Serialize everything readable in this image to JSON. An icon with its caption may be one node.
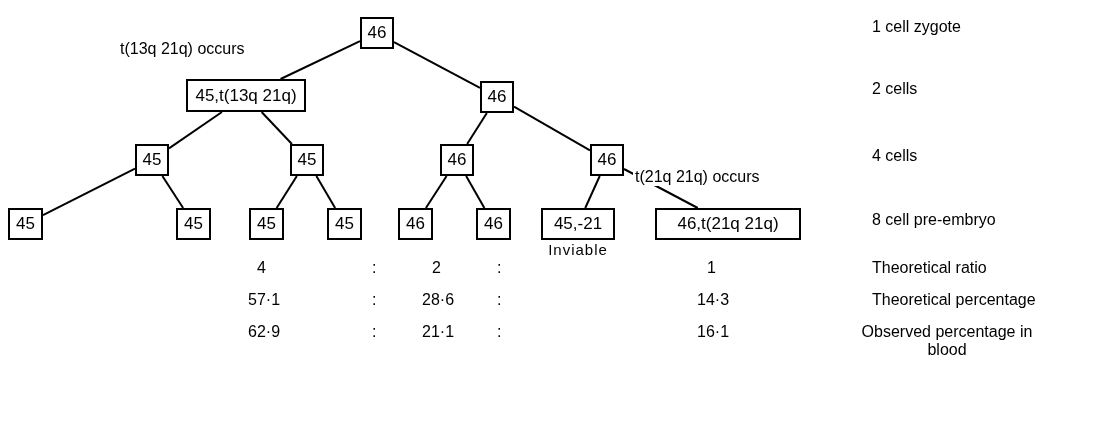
{
  "diagram": {
    "nodes": [
      {
        "text": [
          "46"
        ]
      },
      {
        "text": [
          "45,t(13q 21q)"
        ]
      },
      {
        "text": [
          "46"
        ]
      },
      {
        "text": [
          "45"
        ]
      },
      {
        "text": [
          "45"
        ]
      },
      {
        "text": [
          "46"
        ]
      },
      {
        "text": [
          "46"
        ]
      },
      {
        "text": [
          "45"
        ]
      },
      {
        "text": [
          "45"
        ]
      },
      {
        "text": [
          "45"
        ]
      },
      {
        "text": [
          "45"
        ]
      },
      {
        "text": [
          "46"
        ]
      },
      {
        "text": [
          "46"
        ]
      },
      {
        "text": [
          "45,-21"
        ],
        "beside": [
          "Inviable"
        ]
      },
      {
        "text": [
          "46,t(21q 21q)"
        ]
      }
    ],
    "edges": [
      {
        "from": 0,
        "to": 1,
        "arrow": "none",
        "label": "t(13q 21q) occurs"
      },
      {
        "from": 0,
        "to": 2,
        "arrow": "none"
      },
      {
        "from": 1,
        "to": 3,
        "arrow": "none"
      },
      {
        "from": 1,
        "to": 4,
        "arrow": "none"
      },
      {
        "from": 2,
        "to": 5,
        "arrow": "none"
      },
      {
        "from": 2,
        "to": 6,
        "arrow": "none"
      },
      {
        "from": 3,
        "to": 7,
        "arrow": "none"
      },
      {
        "from": 3,
        "to": 8,
        "arrow": "none"
      },
      {
        "from": 4,
        "to": 9,
        "arrow": "none"
      },
      {
        "from": 4,
        "to": 10,
        "arrow": "none"
      },
      {
        "from": 5,
        "to": 11,
        "arrow": "none"
      },
      {
        "from": 5,
        "to": 12,
        "arrow": "none"
      },
      {
        "from": 6,
        "to": 13,
        "arrow": "none"
      },
      {
        "from": 6,
        "to": 14,
        "arrow": "none",
        "label": "t(21q 21q) occurs"
      }
    ],
    "labels": [
      "1 cell zygote",
      "2 cells",
      "4 cells",
      "8 cell pre-embryo",
      "4",
      ":",
      "2",
      ":",
      "1",
      "Theoretical ratio",
      "57·1",
      ":",
      "28·6",
      ":",
      "14·3",
      "Theoretical percentage",
      "62·9",
      ":",
      "21·1",
      ":",
      "16·1",
      "Observed percentage in blood"
    ]
  }
}
